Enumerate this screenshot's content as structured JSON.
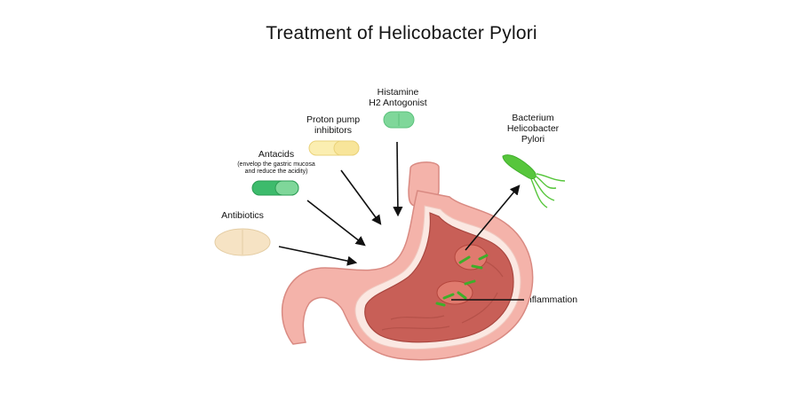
{
  "title": "Treatment of Helicobacter Pylori",
  "labels": {
    "histamine": [
      "Histamine",
      "H2 Antogonist"
    ],
    "proton_pump": [
      "Proton pump",
      "inhibitors"
    ],
    "antacids": "Antacids",
    "antacids_note": [
      "(envelop the gastric mucosa",
      "and reduce the acidity)"
    ],
    "antibiotics": "Antibiotics",
    "bacterium": [
      "Bacterium",
      "Helicobacter",
      "Pylori"
    ],
    "inflammation": "Inflammation"
  },
  "colors": {
    "stomach_outer": "#f4b3aa",
    "stomach_inner": "#c85f57",
    "pill_green": "#3dbb6c",
    "pill_yellow": "#f8e59a",
    "tablet": "#f6e3c4",
    "bacterium": "#57c63c"
  }
}
